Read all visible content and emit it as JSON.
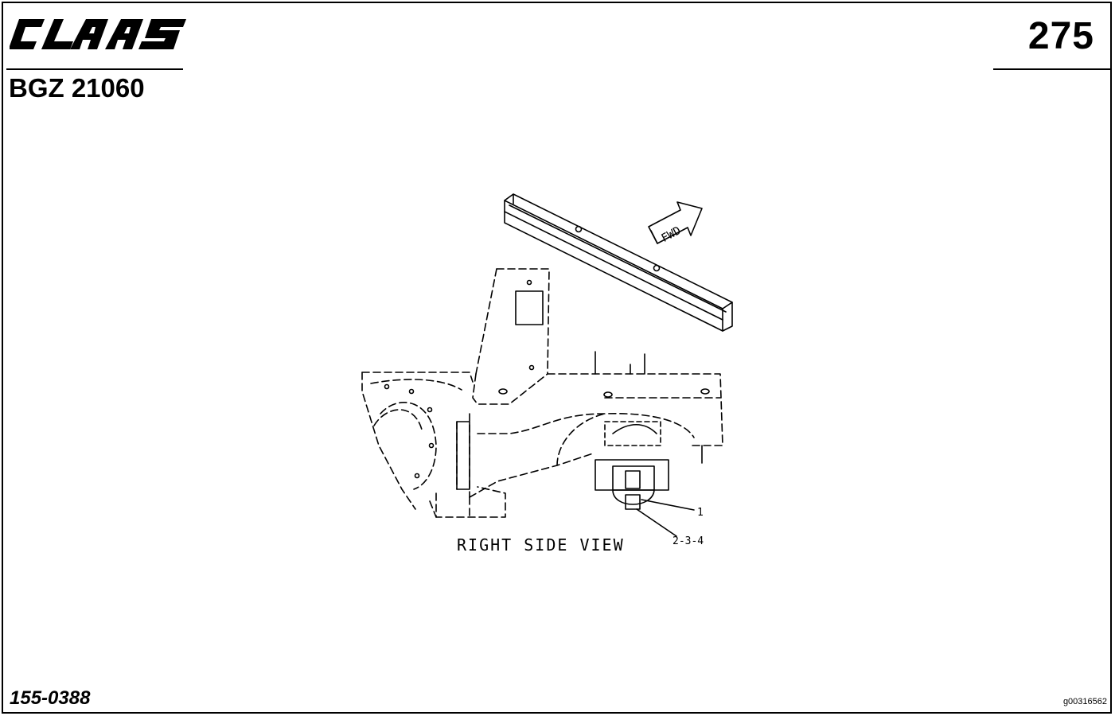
{
  "header": {
    "brand": "CLAAS",
    "page_number": "275",
    "doc_code": "BGZ 21060"
  },
  "drawing": {
    "view_caption": "RIGHT SIDE VIEW",
    "arrow_label": "FWD",
    "callouts": [
      {
        "label": "1"
      },
      {
        "label": "2-3-4"
      }
    ]
  },
  "footer": {
    "part_ref": "155-0388",
    "image_id": "g00316562"
  }
}
